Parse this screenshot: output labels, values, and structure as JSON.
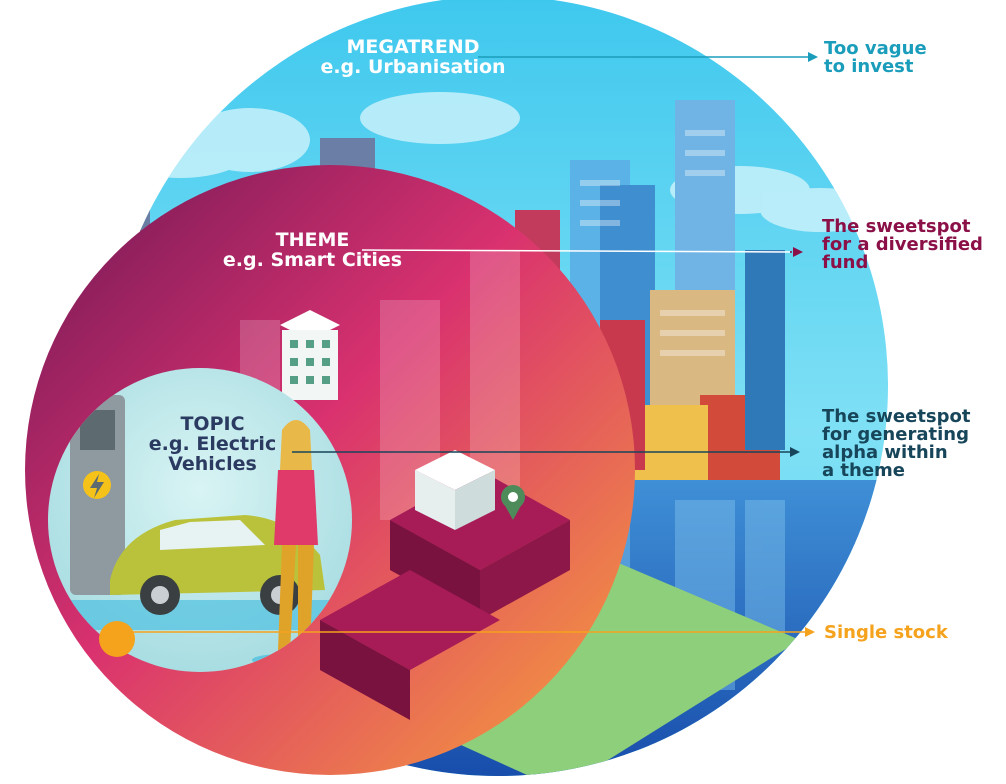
{
  "megatrend": {
    "title": "MEGATREND",
    "example": "e.g. Urbanisation"
  },
  "theme": {
    "title": "THEME",
    "example": "e.g. Smart Cities"
  },
  "topic": {
    "title": "TOPIC",
    "example_line1": "e.g. Electric",
    "example_line2": "Vehicles"
  },
  "annotations": {
    "megatrend": {
      "line1": "Too vague",
      "line2": "to invest",
      "color": "#1a9dbb"
    },
    "theme": {
      "line1": "The sweetspot",
      "line2": "for a diversified",
      "line3": "fund",
      "color": "#8b1048"
    },
    "topic": {
      "line1": "The sweetspot",
      "line2": "for generating",
      "line3": "alpha within",
      "line4": "a theme",
      "color": "#17455a"
    },
    "stock": {
      "line1": "Single stock",
      "color": "#f5a21d"
    }
  },
  "colors": {
    "sky": "#4fd2f2",
    "water": "#1f63c4",
    "theme_gradient": [
      "#8b1a5e",
      "#d83a72",
      "#f58f3a"
    ],
    "topic_fill": "#bfe9ec",
    "stock_dot": "#f5a21d"
  }
}
